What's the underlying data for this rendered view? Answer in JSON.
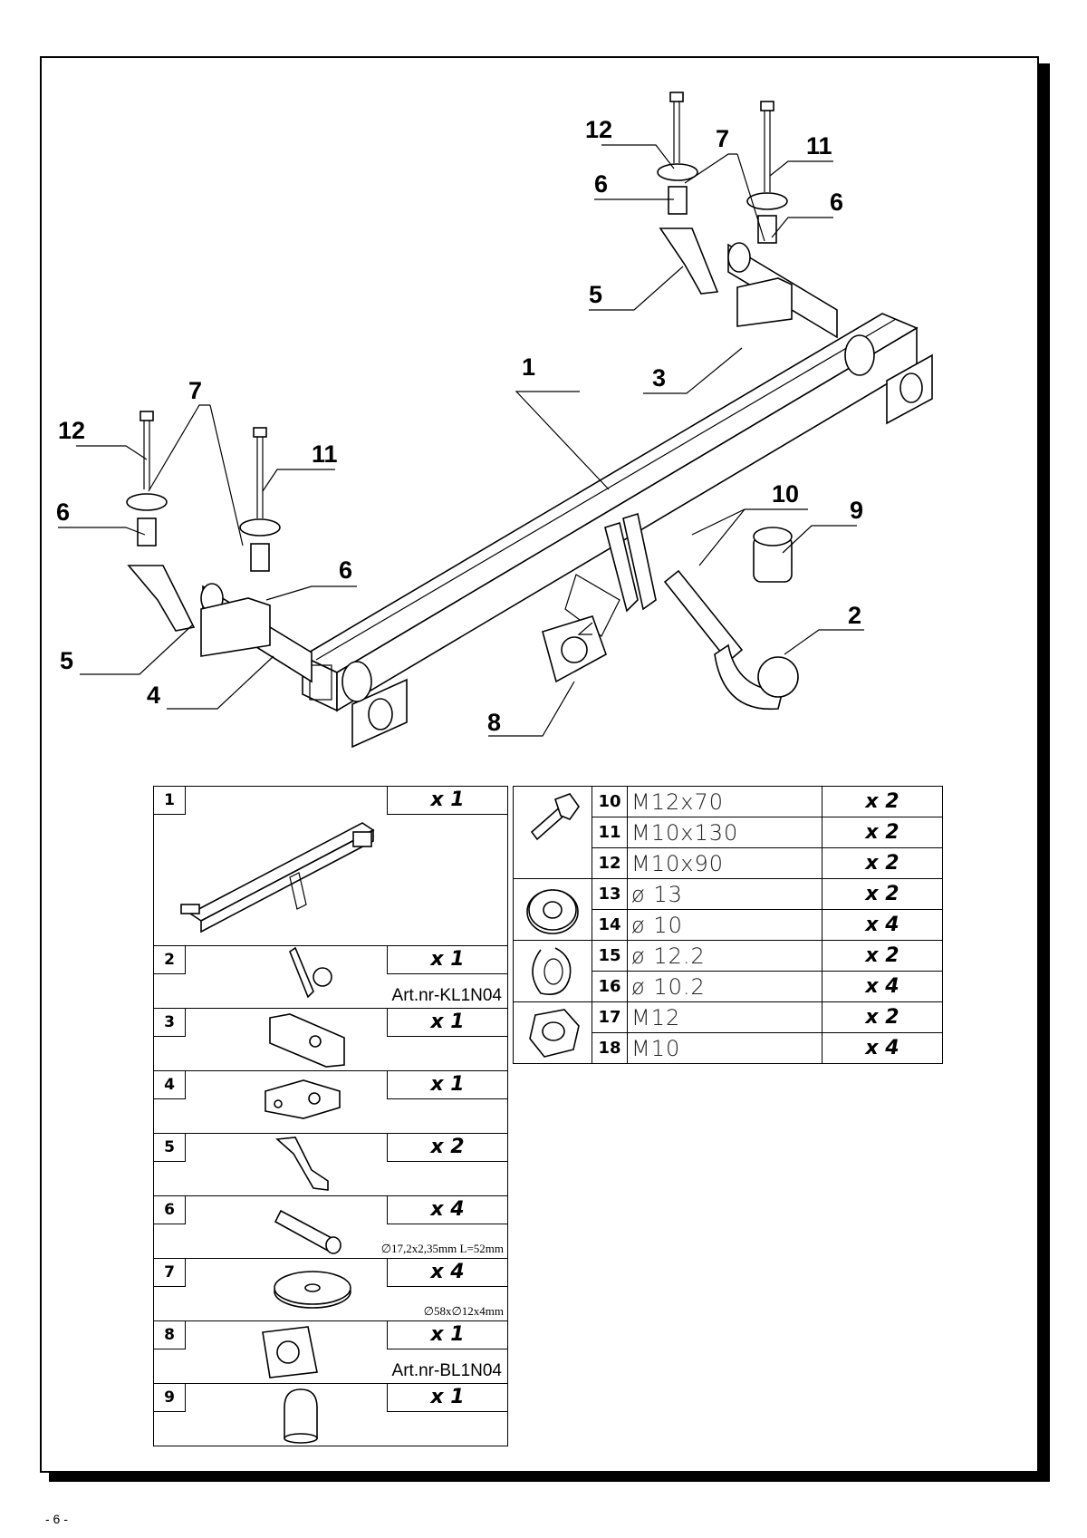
{
  "callouts": {
    "c1": "1",
    "c2": "2",
    "c3": "3",
    "c4": "4",
    "c5a": "5",
    "c5b": "5",
    "c6a": "6",
    "c6b": "6",
    "c6c": "6",
    "c6d": "6",
    "c7a": "7",
    "c7b": "7",
    "c8": "8",
    "c9": "9",
    "c10": "10",
    "c11a": "11",
    "c11b": "11",
    "c12a": "12",
    "c12b": "12"
  },
  "parts_left": [
    {
      "num": "1",
      "qty": "x 1",
      "note": "",
      "art": ""
    },
    {
      "num": "2",
      "qty": "x 1",
      "note": "",
      "art": "Art.nr-KL1N04"
    },
    {
      "num": "3",
      "qty": "x 1",
      "note": "",
      "art": ""
    },
    {
      "num": "4",
      "qty": "x 1",
      "note": "",
      "art": ""
    },
    {
      "num": "5",
      "qty": "x 2",
      "note": "",
      "art": ""
    },
    {
      "num": "6",
      "qty": "x 4",
      "note": "∅17,2x2,35mm L=52mm",
      "art": ""
    },
    {
      "num": "7",
      "qty": "x 4",
      "note": "∅58x∅12x4mm",
      "art": ""
    },
    {
      "num": "8",
      "qty": "x 1",
      "note": "",
      "art": "Art.nr-BL1N04"
    },
    {
      "num": "9",
      "qty": "x 1",
      "note": "",
      "art": ""
    }
  ],
  "parts_right": [
    {
      "num": "10",
      "spec": "M12x70",
      "qty": "x 2"
    },
    {
      "num": "11",
      "spec": "M10x130",
      "qty": "x 2"
    },
    {
      "num": "12",
      "spec": "M10x90",
      "qty": "x 2"
    },
    {
      "num": "13",
      "spec": "ø 13",
      "qty": "x 2"
    },
    {
      "num": "14",
      "spec": "ø 10",
      "qty": "x 4"
    },
    {
      "num": "15",
      "spec": "ø 12.2",
      "qty": "x 2"
    },
    {
      "num": "16",
      "spec": "ø 10.2",
      "qty": "x 4"
    },
    {
      "num": "17",
      "spec": "M12",
      "qty": "x 2"
    },
    {
      "num": "18",
      "spec": "M10",
      "qty": "x 4"
    }
  ],
  "page_number": "- 6 -"
}
